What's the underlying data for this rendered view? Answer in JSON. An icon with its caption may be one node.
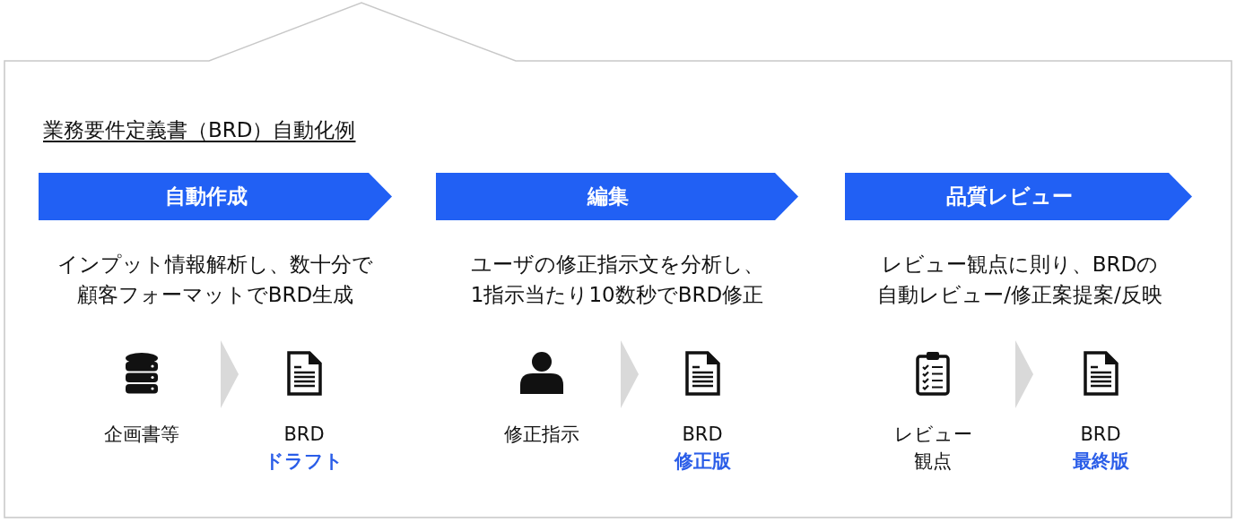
{
  "diagram": {
    "title": "業務要件定義書（BRD）自動化例",
    "nodes": [
      {
        "text": [
          "自動作成"
        ],
        "beside": [
          "インプット情報解析し、数十分で顧客フォーマットでBRD生成"
        ]
      },
      {
        "text": [
          "編集"
        ],
        "beside": [
          "ユーザの修正指示文を分析し、1指示当たり10数秒でBRD修正"
        ]
      },
      {
        "text": [
          "品質レビュー"
        ],
        "beside": [
          "レビュー観点に則り、BRDの自動レビュー/修正案提案/反映"
        ]
      },
      {
        "text": [
          "企画書等"
        ]
      },
      {
        "text": [
          "BRD",
          "ドラフト"
        ]
      },
      {
        "text": [
          "修正指示"
        ]
      },
      {
        "text": [
          "BRD",
          "修正版"
        ]
      },
      {
        "text": [
          "レビュー観点"
        ]
      },
      {
        "text": [
          "BRD",
          "最終版"
        ]
      }
    ],
    "edges": [
      {
        "from": 3,
        "to": 4,
        "arrow": "to",
        "color": "#d9d9d9"
      },
      {
        "from": 5,
        "to": 6,
        "arrow": "to",
        "color": "#d9d9d9"
      },
      {
        "from": 7,
        "to": 8,
        "arrow": "to",
        "color": "#d9d9d9"
      }
    ]
  }
}
